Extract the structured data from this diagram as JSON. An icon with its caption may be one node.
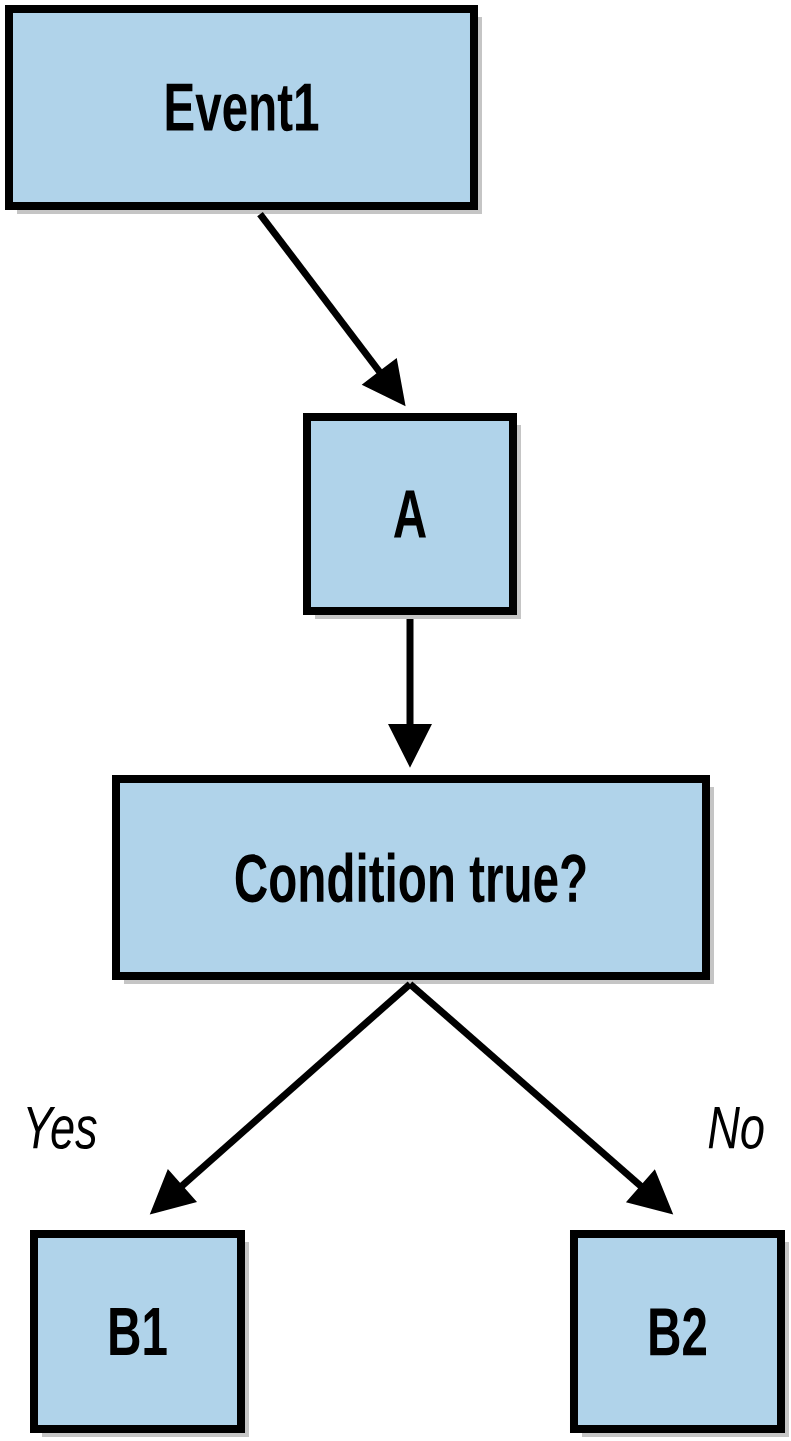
{
  "diagram": {
    "nodes": [
      {
        "text": [
          "Event1"
        ]
      },
      {
        "text": [
          "A"
        ]
      },
      {
        "text": [
          "Condition true?"
        ]
      },
      {
        "text": [
          "B1"
        ]
      },
      {
        "text": [
          "B2"
        ]
      }
    ],
    "edges": [
      {
        "from": 0,
        "to": 1,
        "arrow": "to"
      },
      {
        "from": 1,
        "to": 2,
        "arrow": "to"
      },
      {
        "from": 2,
        "to": 3,
        "arrow": "to",
        "label": "Yes"
      },
      {
        "from": 2,
        "to": 4,
        "arrow": "to",
        "label": "No"
      }
    ]
  }
}
